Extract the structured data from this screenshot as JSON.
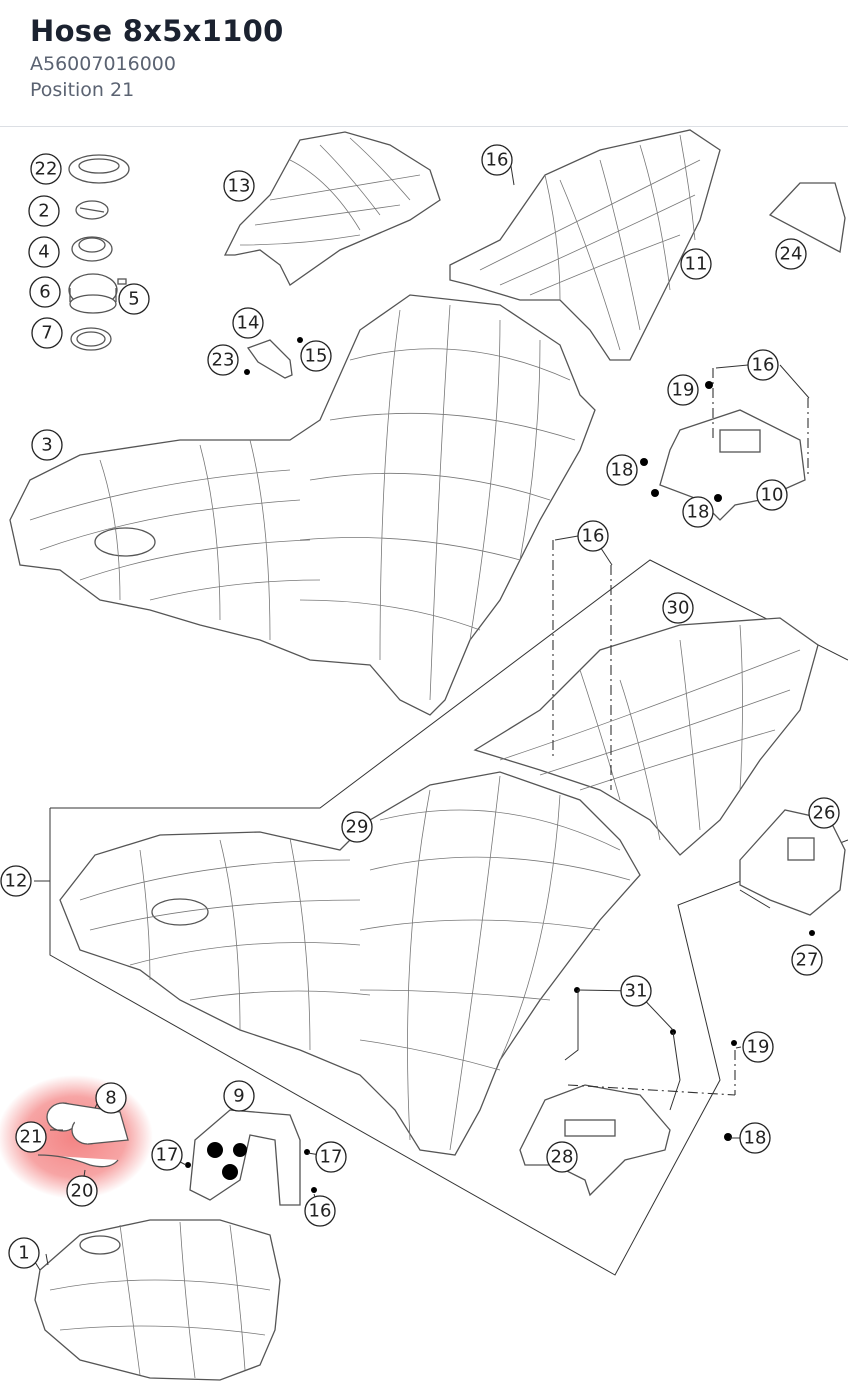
{
  "header": {
    "title": "Hose 8x5x1100",
    "part_number": "A56007016000",
    "position": "Position 21"
  },
  "diagram": {
    "highlight_color": "#f05a5a",
    "callouts": [
      {
        "id": "c22",
        "label": "22"
      },
      {
        "id": "c2",
        "label": "2"
      },
      {
        "id": "c4",
        "label": "4"
      },
      {
        "id": "c6",
        "label": "6"
      },
      {
        "id": "c5",
        "label": "5"
      },
      {
        "id": "c7",
        "label": "7"
      },
      {
        "id": "c13",
        "label": "13"
      },
      {
        "id": "c16a",
        "label": "16"
      },
      {
        "id": "c11",
        "label": "11"
      },
      {
        "id": "c24",
        "label": "24"
      },
      {
        "id": "c14",
        "label": "14"
      },
      {
        "id": "c23",
        "label": "23"
      },
      {
        "id": "c15",
        "label": "15"
      },
      {
        "id": "c3",
        "label": "3"
      },
      {
        "id": "c16b",
        "label": "16"
      },
      {
        "id": "c19a",
        "label": "19"
      },
      {
        "id": "c18a",
        "label": "18"
      },
      {
        "id": "c18b",
        "label": "18"
      },
      {
        "id": "c10",
        "label": "10"
      },
      {
        "id": "c16c",
        "label": "16"
      },
      {
        "id": "c30",
        "label": "30"
      },
      {
        "id": "c29",
        "label": "29"
      },
      {
        "id": "c12",
        "label": "12"
      },
      {
        "id": "c26",
        "label": "26"
      },
      {
        "id": "c27",
        "label": "27"
      },
      {
        "id": "c31",
        "label": "31"
      },
      {
        "id": "c19b",
        "label": "19"
      },
      {
        "id": "c18c",
        "label": "18"
      },
      {
        "id": "c28",
        "label": "28"
      },
      {
        "id": "c8",
        "label": "8"
      },
      {
        "id": "c21",
        "label": "21"
      },
      {
        "id": "c20",
        "label": "20"
      },
      {
        "id": "c9",
        "label": "9"
      },
      {
        "id": "c17a",
        "label": "17"
      },
      {
        "id": "c17b",
        "label": "17"
      },
      {
        "id": "c16d",
        "label": "16"
      },
      {
        "id": "c1",
        "label": "1"
      }
    ]
  }
}
